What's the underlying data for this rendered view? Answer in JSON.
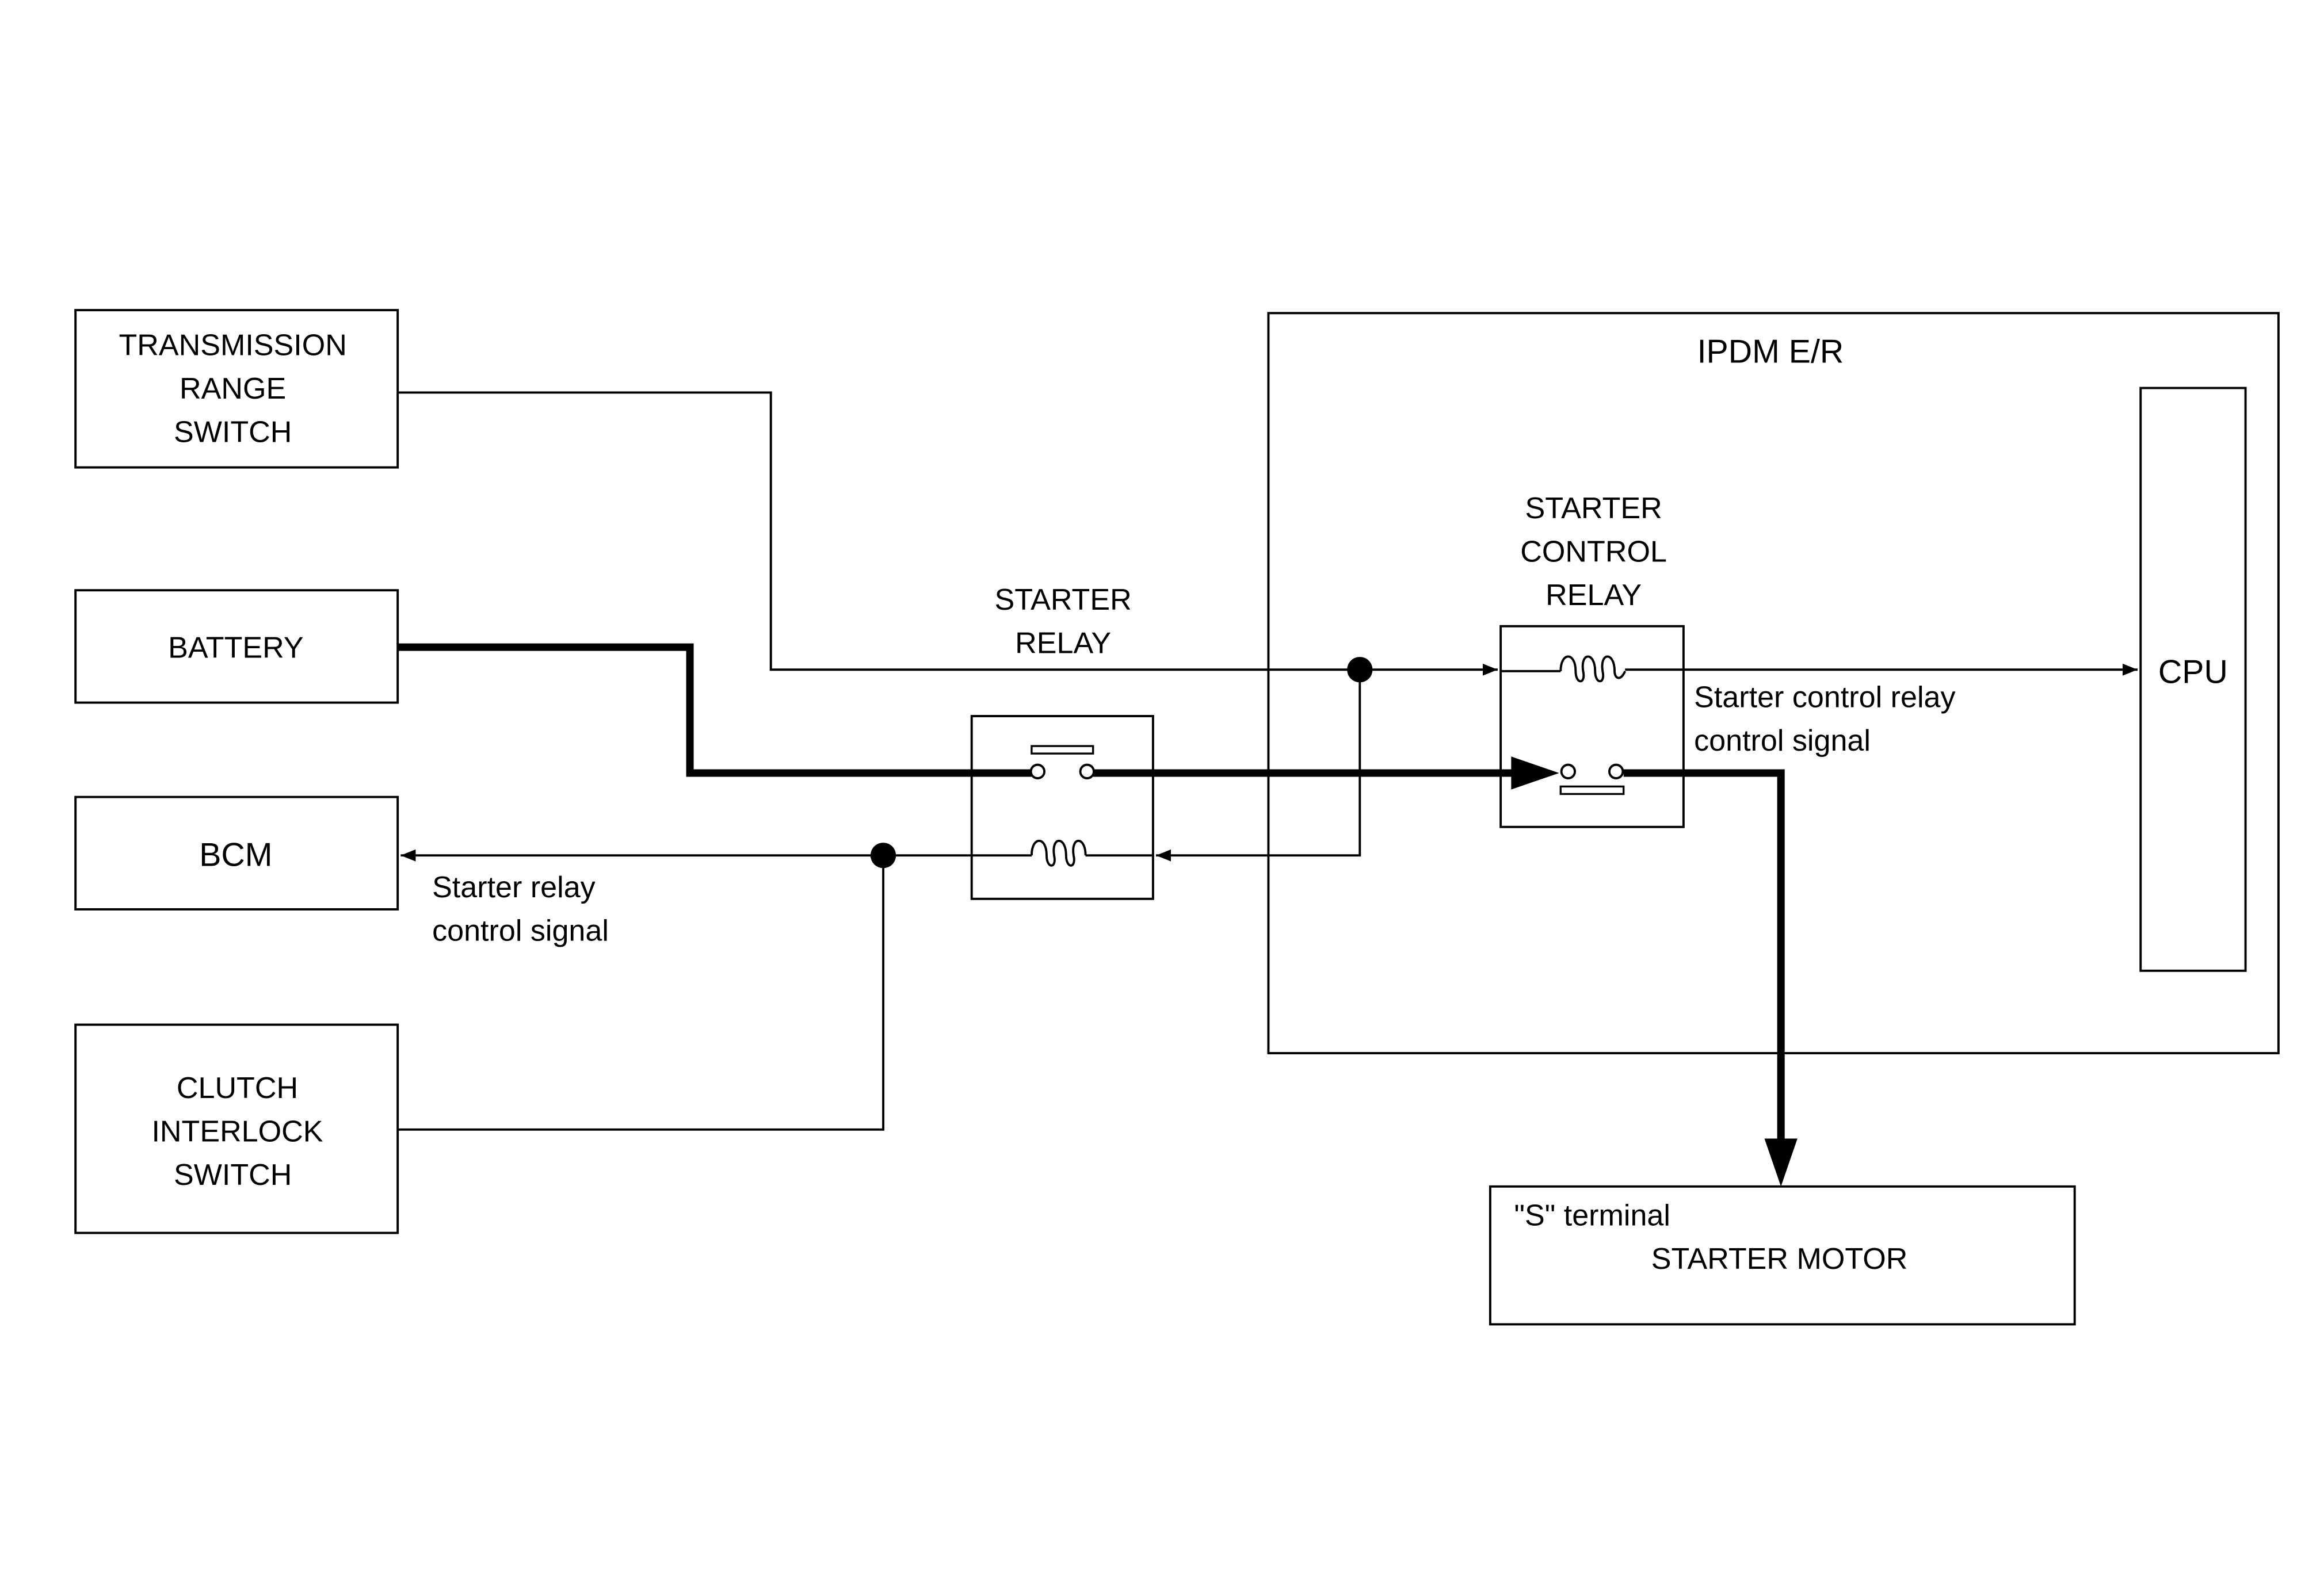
{
  "colors": {
    "line": "#000000",
    "background": "#ffffff"
  },
  "blocks": {
    "transmission_range_switch": [
      "TRANSMISSION",
      "RANGE",
      "SWITCH"
    ],
    "battery": "BATTERY",
    "bcm": "BCM",
    "clutch_interlock_switch": [
      "CLUTCH",
      "INTERLOCK",
      "SWITCH"
    ],
    "ipdm": "IPDM E/R",
    "cpu": "CPU",
    "starter_motor": {
      "terminal": "\"S\" terminal",
      "name": "STARTER MOTOR"
    }
  },
  "relays": {
    "starter_relay": [
      "STARTER",
      "RELAY"
    ],
    "starter_control_relay": [
      "STARTER",
      "CONTROL",
      "RELAY"
    ]
  },
  "signals": {
    "starter_relay_control": [
      "Starter relay",
      "control signal"
    ],
    "starter_control_relay_control": [
      "Starter control relay",
      "control signal"
    ]
  },
  "icons": [
    "coil-icon",
    "switch-contact-icon",
    "junction-dot-icon",
    "arrow-icon"
  ]
}
